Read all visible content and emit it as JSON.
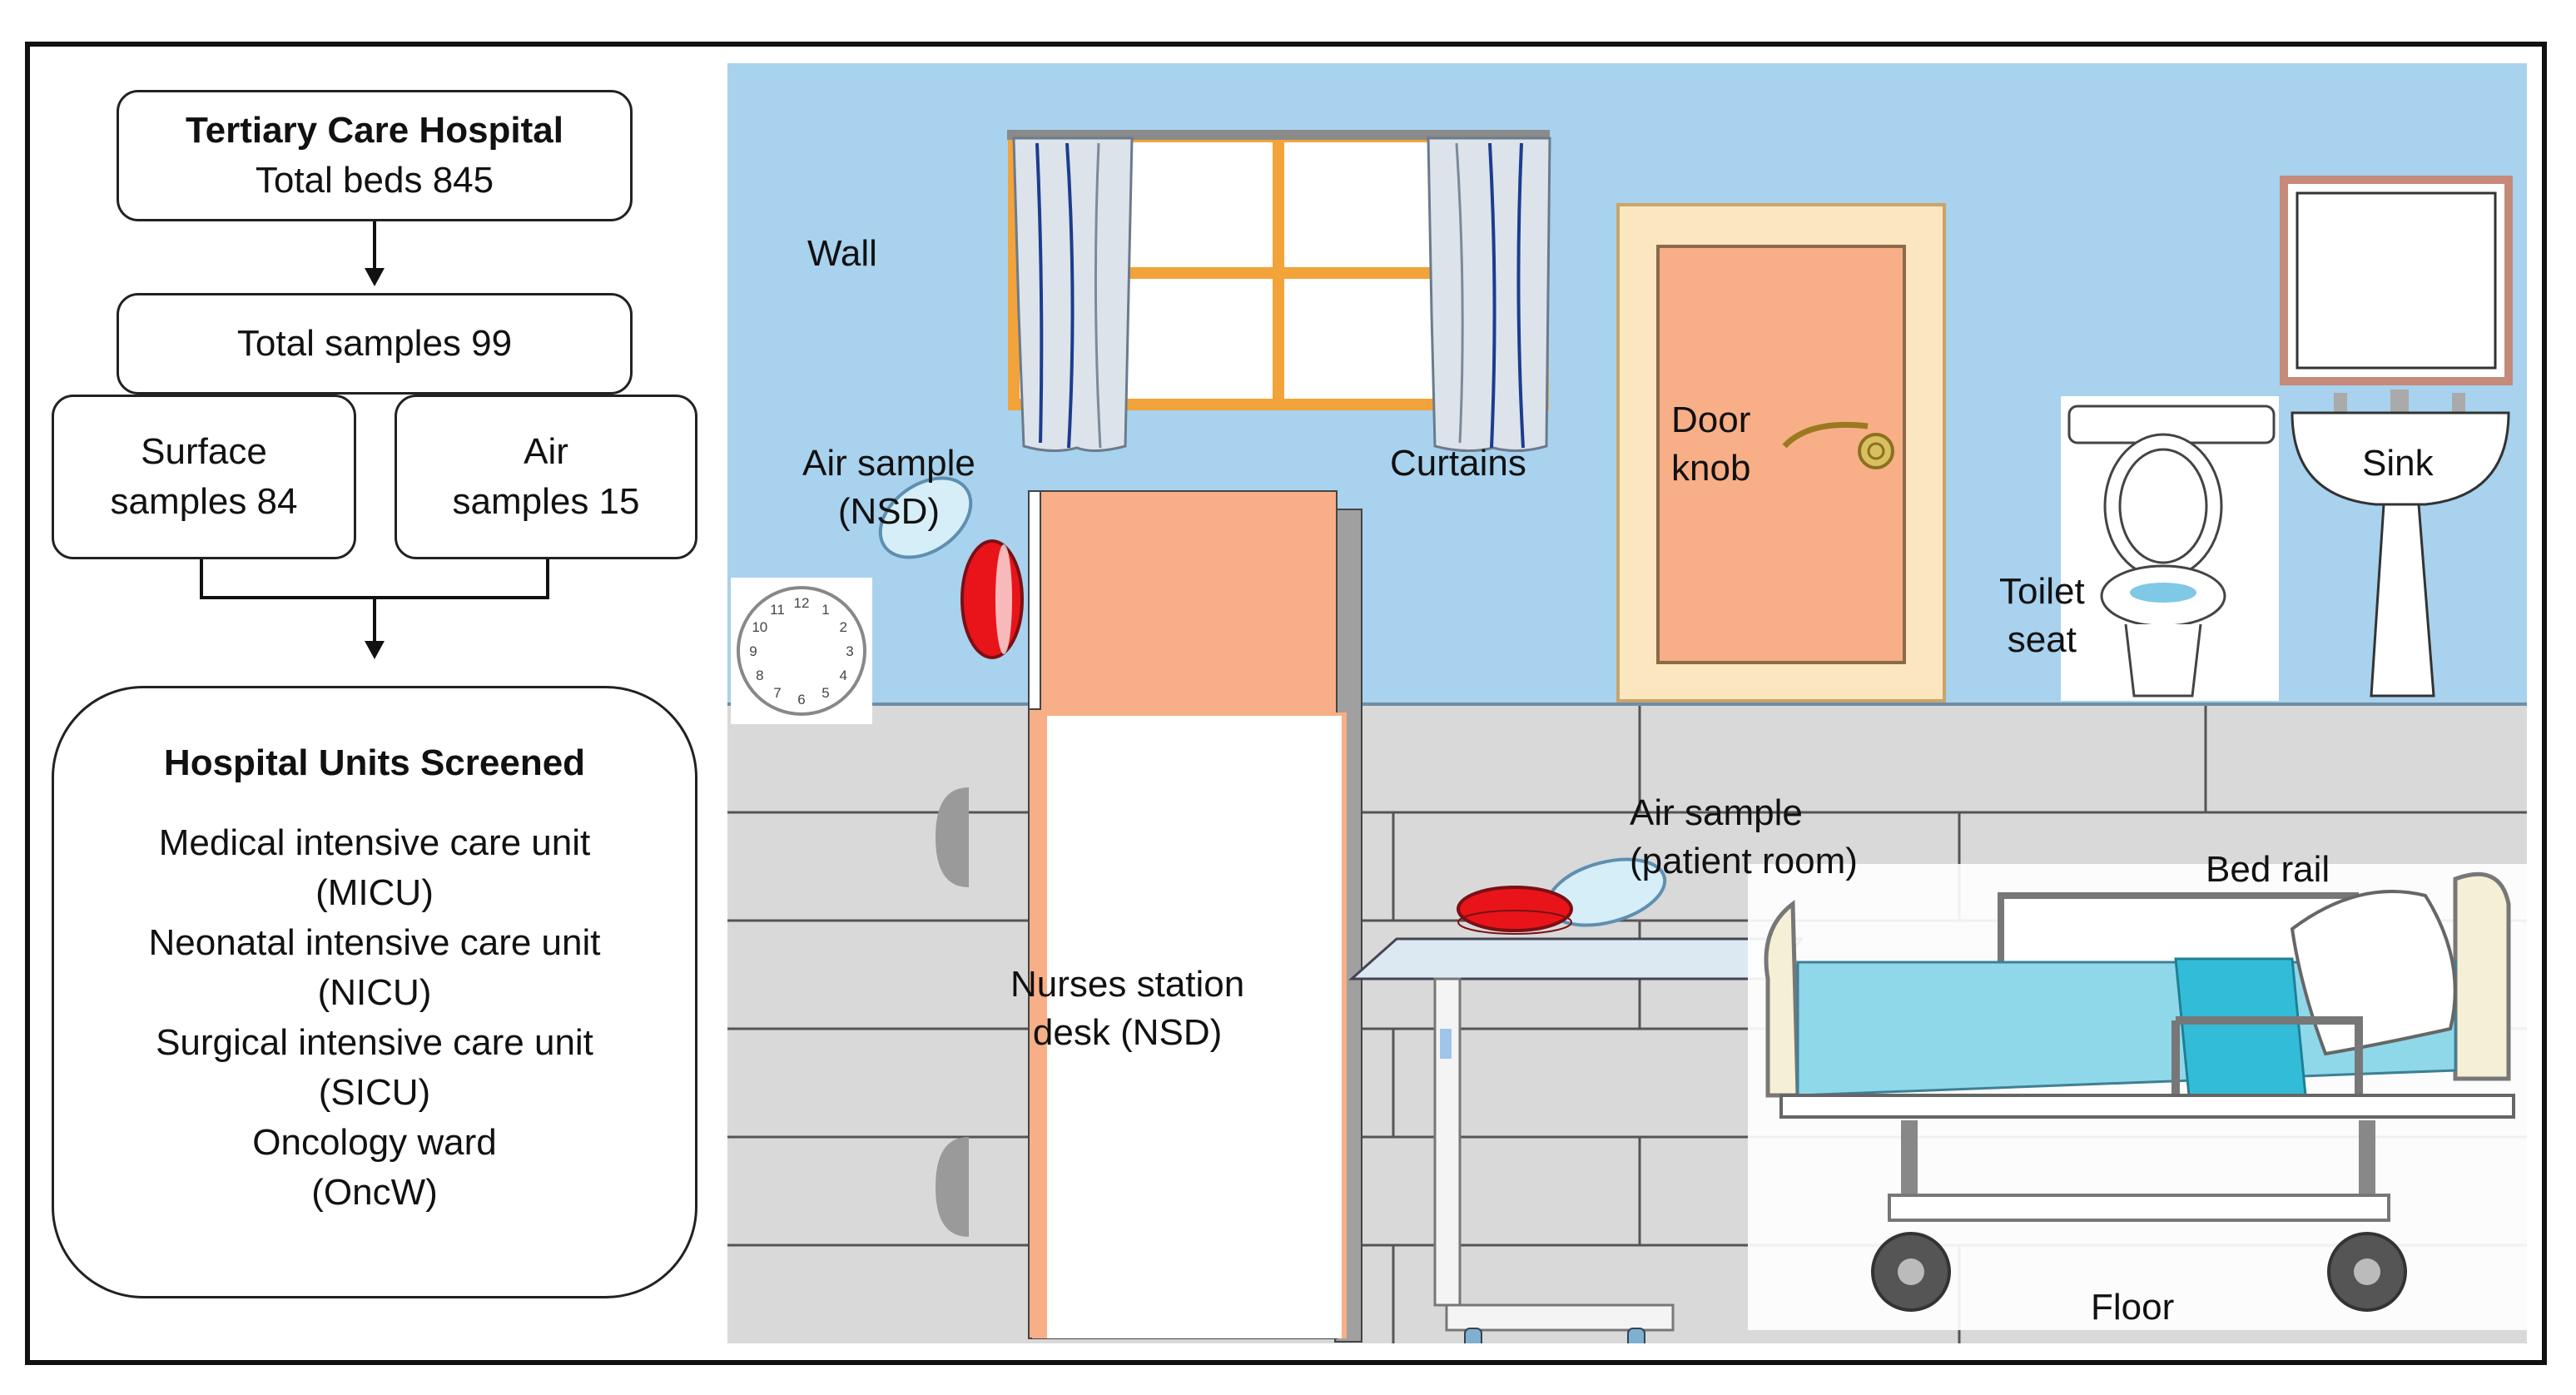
{
  "flowchart": {
    "hospital": {
      "title": "Tertiary Care Hospital",
      "subtitle": "Total beds 845"
    },
    "total_samples": "Total samples 99",
    "surface": {
      "line1": "Surface",
      "line2": "samples 84"
    },
    "air": {
      "line1": "Air",
      "line2": "samples 15"
    },
    "units": {
      "heading": "Hospital Units Screened",
      "items": [
        "Medical intensive care unit",
        "(MICU)",
        "Neonatal intensive care unit",
        "(NICU)",
        "Surgical intensive care unit",
        "(SICU)",
        "Oncology ward",
        "(OncW)"
      ]
    }
  },
  "scene": {
    "labels": {
      "wall": "Wall",
      "curtains": "Curtains",
      "door_knob": [
        "Door",
        "knob"
      ],
      "sink": "Sink",
      "toilet_seat": [
        "Toilet",
        "seat"
      ],
      "air_sample_nsd": [
        "Air sample",
        "(NSD)"
      ],
      "nurses_station": [
        "Nurses station",
        "desk (NSD)"
      ],
      "air_sample_patient": [
        "Air sample",
        "(patient room)"
      ],
      "bed_rail": "Bed rail",
      "floor": "Floor"
    },
    "clock_numerals": [
      "12",
      "1",
      "2",
      "3",
      "4",
      "5",
      "6",
      "7",
      "8",
      "9",
      "10",
      "11"
    ],
    "colors": {
      "wall": "#a8d2ee",
      "floor": "#d9d9d9",
      "desk": "#f8ae86",
      "door": "#f8ae86",
      "petri_red": "#e8141a",
      "window_frame": "#f2a33a",
      "bed_sheet": "#7fd3ea"
    }
  }
}
